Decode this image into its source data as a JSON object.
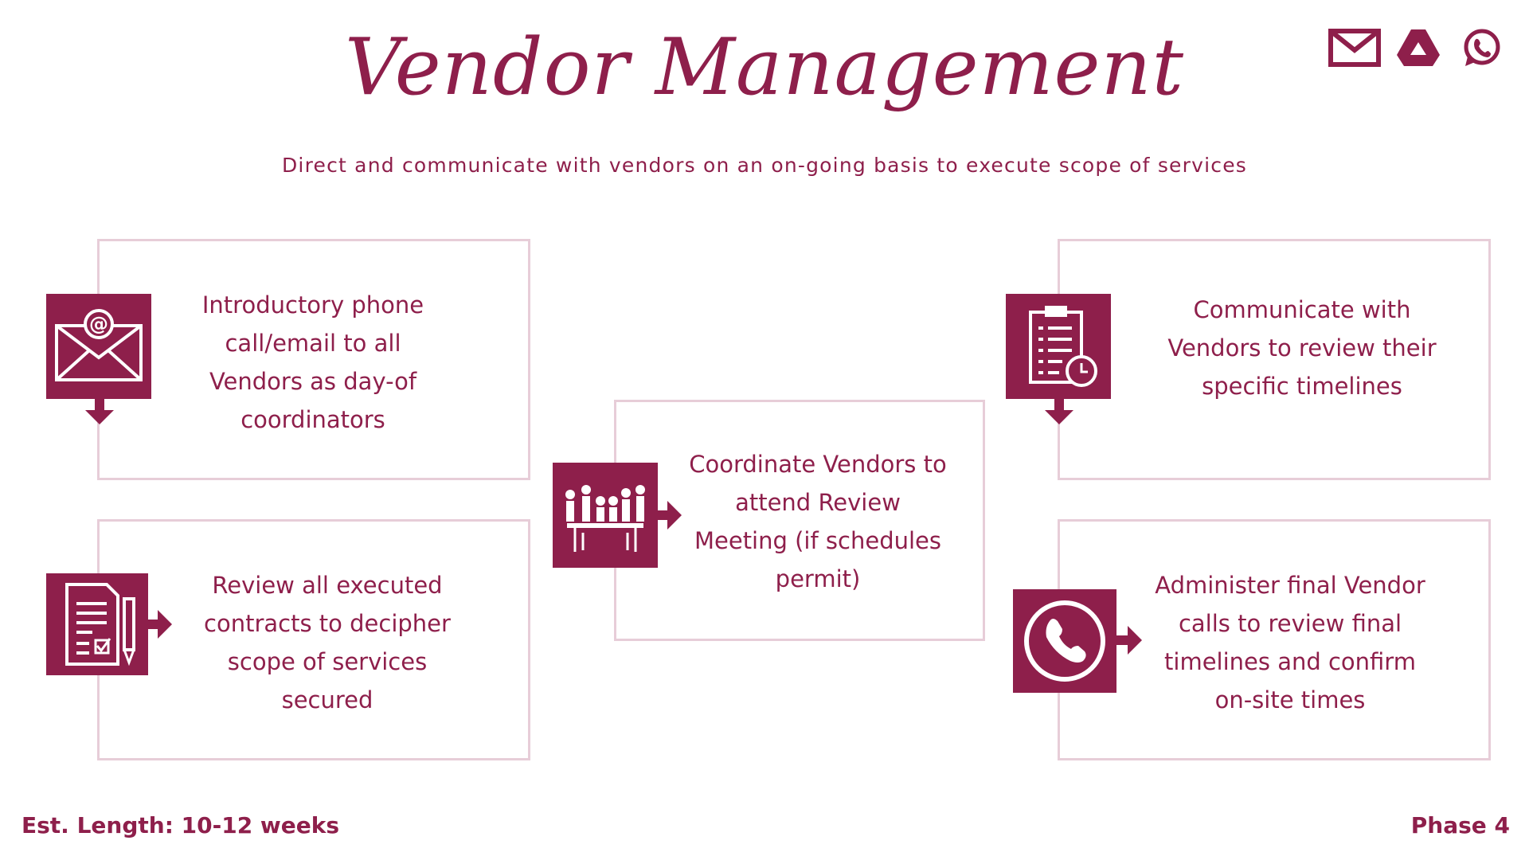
{
  "header": {
    "title": "Vendor Management",
    "subtitle": "Direct and communicate with vendors on an on-going basis to execute scope of services"
  },
  "top_icons": [
    {
      "name": "mail-icon"
    },
    {
      "name": "google-drive-icon"
    },
    {
      "name": "whatsapp-icon"
    }
  ],
  "steps": {
    "intro": "Introductory phone call/email to all Vendors as day-of coordinators",
    "review_contracts": "Review all executed contracts to decipher scope of services secured",
    "coordinate": "Coordinate Vendors to attend Review Meeting (if schedules permit)",
    "communicate": "Communicate with Vendors to review their specific timelines",
    "administer": "Administer final Vendor calls to review final timelines and confirm on-site times"
  },
  "footer": {
    "length": "Est. Length: 10-12 weeks",
    "phase": "Phase 4"
  },
  "colors": {
    "accent": "#8e1f4b",
    "border": "#e7cdd8"
  }
}
